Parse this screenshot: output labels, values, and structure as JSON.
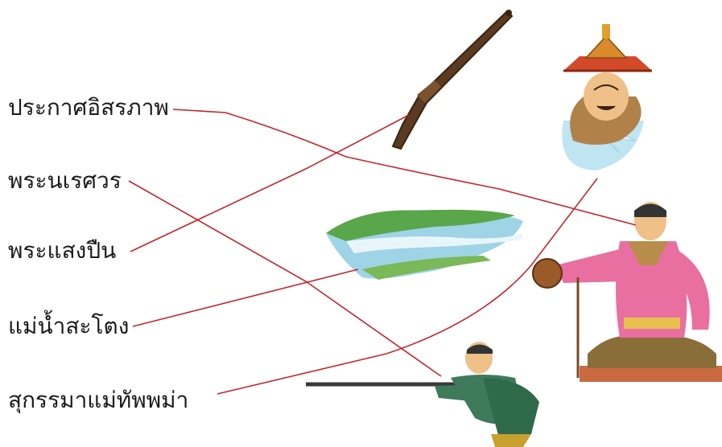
{
  "labels": [
    "ประกาศอิสรภาพ",
    "พระนเรศวร",
    "พระแสงปืน",
    "แม่น้ำสะโตง",
    "สุกรรมาแม่ทัพพม่า"
  ],
  "pictures": {
    "musket": "antique-musket",
    "burmese_general": "burmese-general-shot",
    "river": "river-landscape",
    "king": "seated-king-pouring-water",
    "soldier": "soldier-aiming-rifle"
  },
  "colors": {
    "line": "#c0272d",
    "text": "#1a1a1a"
  }
}
